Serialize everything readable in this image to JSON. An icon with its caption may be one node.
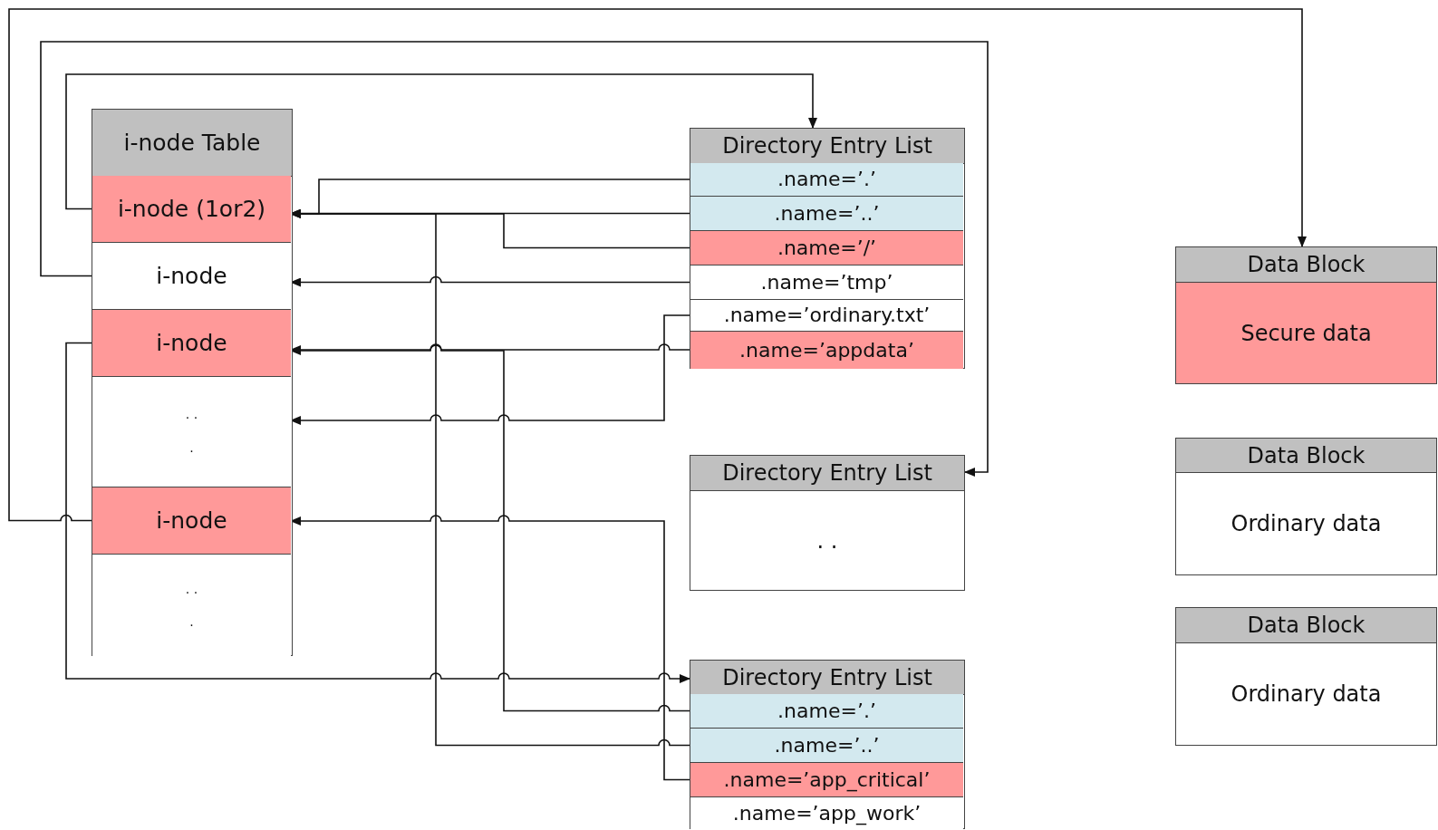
{
  "diagram": {
    "nodes": [
      {
        "text": [
          "i-node Table"
        ]
      },
      {
        "text": [
          "i-node (1or2)"
        ],
        "in": 0
      },
      {
        "text": [
          "i-node"
        ],
        "in": 0
      },
      {
        "text": [
          "i-node"
        ],
        "in": 0
      },
      {
        "text": [
          ". . ."
        ],
        "in": 0
      },
      {
        "text": [
          "i-node"
        ],
        "in": 0
      },
      {
        "text": [
          ". . ."
        ],
        "in": 0
      },
      {
        "text": [
          "Directory Entry List"
        ]
      },
      {
        "text": [
          ".name=’.’"
        ],
        "in": 7
      },
      {
        "text": [
          ".name=’..’"
        ],
        "in": 7
      },
      {
        "text": [
          ".name=’/’"
        ],
        "in": 7
      },
      {
        "text": [
          ".name=’tmp’"
        ],
        "in": 7
      },
      {
        "text": [
          ".name=’ordinary.txt’"
        ],
        "in": 7
      },
      {
        "text": [
          ".name=’appdata’"
        ],
        "in": 7
      },
      {
        "text": [
          "Directory Entry List",
          ". ."
        ]
      },
      {
        "text": [
          "Directory Entry List"
        ]
      },
      {
        "text": [
          ".name=’.’"
        ],
        "in": 15
      },
      {
        "text": [
          ".name=’..’"
        ],
        "in": 15
      },
      {
        "text": [
          ".name=’app_critical’"
        ],
        "in": 15
      },
      {
        "text": [
          ".name=’app_work’"
        ],
        "in": 15
      },
      {
        "text": [
          "Data Block",
          "Secure data"
        ]
      },
      {
        "text": [
          "Data Block",
          "Ordinary data"
        ]
      },
      {
        "text": [
          "Data Block",
          "Ordinary data"
        ]
      }
    ],
    "edges": [
      {
        "from": 5,
        "to": 20,
        "arrow": "to"
      },
      {
        "from": 2,
        "to": 14,
        "arrow": "to"
      },
      {
        "from": 1,
        "to": 7,
        "arrow": "to"
      },
      {
        "from": 3,
        "to": 15,
        "arrow": "to"
      },
      {
        "from": 8,
        "to": 1,
        "arrow": "to"
      },
      {
        "from": 9,
        "to": 1,
        "arrow": "to"
      },
      {
        "from": 10,
        "to": 1,
        "arrow": "to"
      },
      {
        "from": 11,
        "to": 2,
        "arrow": "to"
      },
      {
        "from": 12,
        "to": 4,
        "arrow": "to"
      },
      {
        "from": 13,
        "to": 3,
        "arrow": "to"
      },
      {
        "from": 16,
        "to": 3,
        "arrow": "to"
      },
      {
        "from": 17,
        "to": 1,
        "arrow": "to"
      },
      {
        "from": 18,
        "to": 5,
        "arrow": "to"
      }
    ]
  }
}
